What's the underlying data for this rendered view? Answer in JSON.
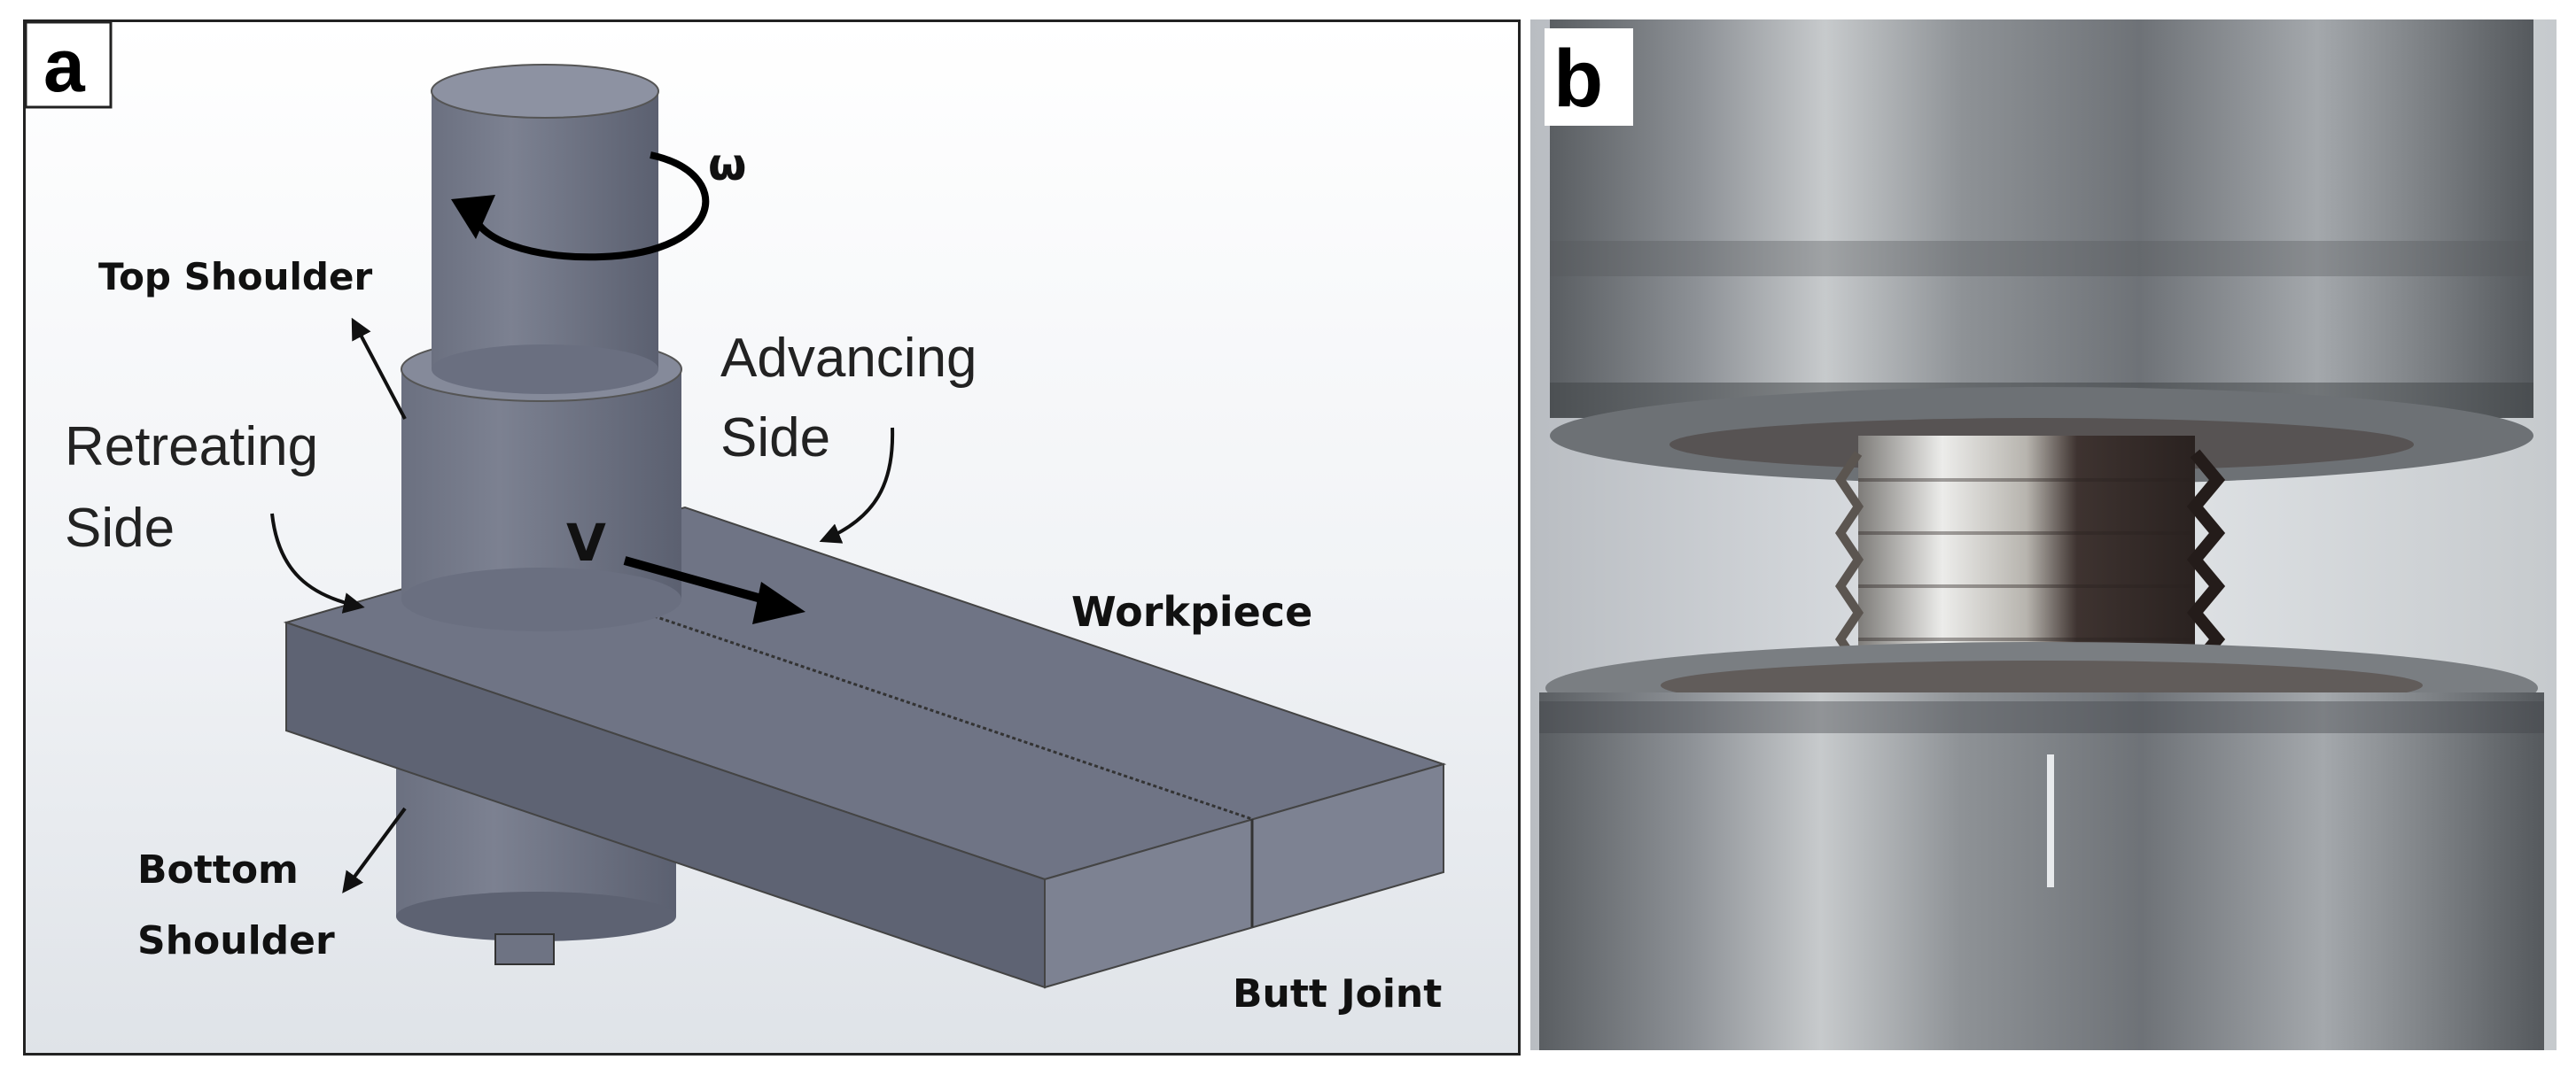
{
  "panel_a": {
    "letter": "a",
    "labels": {
      "omega": "ω",
      "top_shoulder": "Top Shoulder",
      "advancing": "Advancing",
      "advancing_side": "Side",
      "retreating": "Retreating",
      "retreating_side": "Side",
      "velocity": "V",
      "workpiece": "Workpiece",
      "bottom": "Bottom",
      "bottom_shoulder": "Shoulder",
      "butt_joint": "Butt Joint"
    }
  },
  "panel_b": {
    "letter": "b"
  }
}
